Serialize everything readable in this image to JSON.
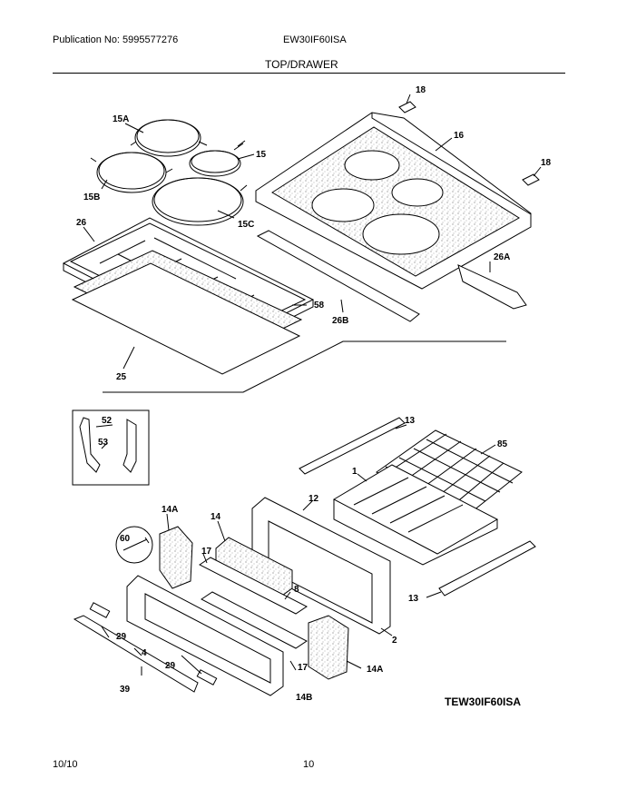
{
  "header": {
    "publication": "Publication No: 5995577276",
    "model": "EW30IF60ISA",
    "section": "TOP/DRAWER"
  },
  "parts": {
    "p15A": "15A",
    "p15": "15",
    "p15B": "15B",
    "p15C": "15C",
    "p16": "16",
    "p18a": "18",
    "p18b": "18",
    "p26": "26",
    "p26A": "26A",
    "p26B": "26B",
    "p58": "58",
    "p25": "25",
    "p52": "52",
    "p53": "53",
    "p13a": "13",
    "p13b": "13",
    "p85": "85",
    "p1": "1",
    "p12": "12",
    "p14A_a": "14A",
    "p14": "14",
    "p60": "60",
    "p17a": "17",
    "p8": "8",
    "p29a": "29",
    "p4": "4",
    "p29b": "29",
    "p39": "39",
    "p14B": "14B",
    "p17b": "17",
    "p14A_b": "14A",
    "p2": "2"
  },
  "figure_id": "TEW30IF60ISA",
  "footer": {
    "date": "10/10",
    "page": "10"
  }
}
